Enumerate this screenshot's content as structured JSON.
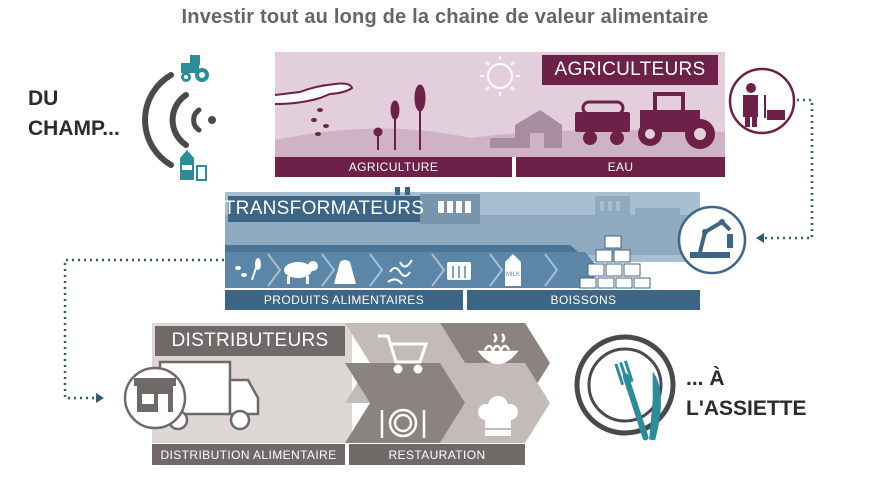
{
  "title": "Investir tout au long de la chaine de valeur alimentaire",
  "left_label": {
    "line1": "DU",
    "line2": "CHAMP..."
  },
  "right_label": {
    "line1": "... À",
    "line2": "L'ASSIETTE"
  },
  "stages": {
    "agriculteurs": {
      "title": "AGRICULTEURS",
      "segments": [
        "AGRICULTURE",
        "EAU"
      ]
    },
    "transformateurs": {
      "title": "TRANSFORMATEURS",
      "segments": [
        "PRODUITS ALIMENTAIRES",
        "BOISSONS"
      ]
    },
    "distributeurs": {
      "title": "DISTRIBUTEURS",
      "segments": [
        "DISTRIBUTION ALIMENTAIRE",
        "RESTAURATION"
      ]
    }
  },
  "icon_labels": {
    "milk": "MILK"
  },
  "colors": {
    "agri_dark": "#6e2148",
    "agri_light": "#e3cedb",
    "trans_dark": "#3d6585",
    "trans_light": "#a8bfd2",
    "dist_dark": "#6f6a68",
    "dist_light": "#dcd7d5",
    "teal": "#2b8c9a",
    "dots": "#2e5d7b"
  },
  "icons": [
    "tractor-icon",
    "milk-carton-icon",
    "sun-icon",
    "hand-icon",
    "wheat-icon",
    "barn-icon",
    "hay-cart-icon",
    "farmer-icon",
    "robot-arm-icon",
    "cow-icon",
    "grain-sack-icon",
    "pasta-icon",
    "bread-icon",
    "milk-icon",
    "crates-icon",
    "bottles-icon",
    "shop-icon",
    "truck-icon",
    "cart-icon",
    "noodle-bowl-icon",
    "plate-cutlery-icon",
    "chef-hat-icon",
    "plate-icon",
    "fork-knife-icon"
  ]
}
